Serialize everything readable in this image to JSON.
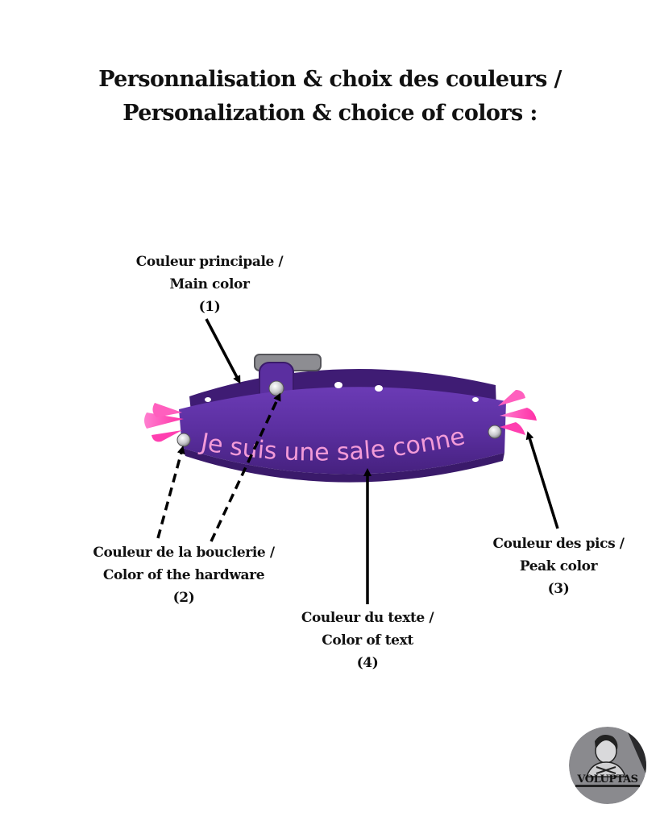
{
  "title": {
    "line1": "Personnalisation & choix des couleurs /",
    "line2": "Personalization & choice of colors :"
  },
  "collar": {
    "text": "Je suis une sale conne",
    "main_color": "#5b2fa0",
    "text_color": "#f39bd8",
    "spike_color": "#ff4fb8",
    "hardware_color": "#c8c8cc"
  },
  "labels": {
    "main": {
      "line1": "Couleur principale /",
      "line2": "Main color",
      "num": "(1)"
    },
    "hardware": {
      "line1": "Couleur de la bouclerie /",
      "line2": "Color of the hardware",
      "num": "(2)"
    },
    "peak": {
      "line1": "Couleur des pics /",
      "line2": "Peak color",
      "num": "(3)"
    },
    "text": {
      "line1": "Couleur du texte /",
      "line2": "Color of text",
      "num": "(4)"
    }
  },
  "logo": {
    "text": "VOLUPTAS"
  }
}
